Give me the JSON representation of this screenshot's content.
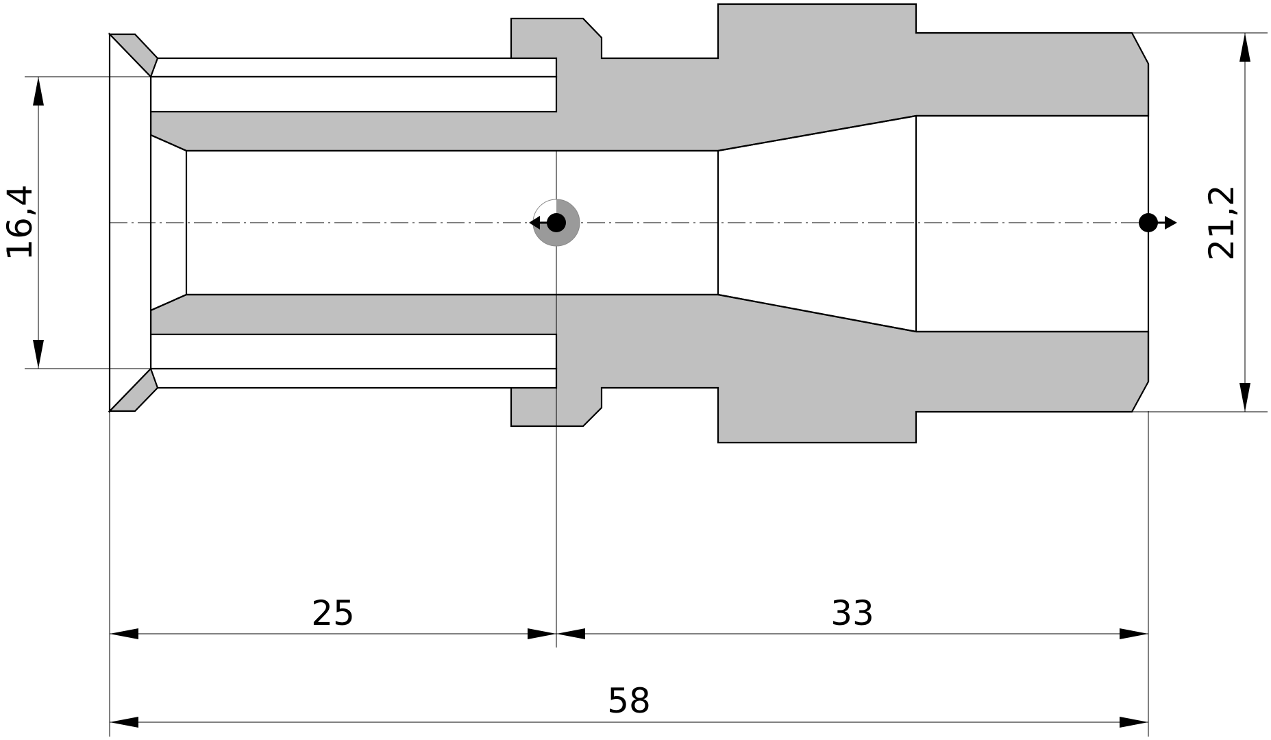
{
  "drawing": {
    "colors": {
      "material": "#c0c0c0",
      "line": "#000000",
      "background": "#ffffff"
    },
    "dimensions": {
      "left_length": "25",
      "right_length": "33",
      "total_length": "58",
      "inlet_diameter": "16,4",
      "outlet_diameter": "21,2"
    }
  }
}
